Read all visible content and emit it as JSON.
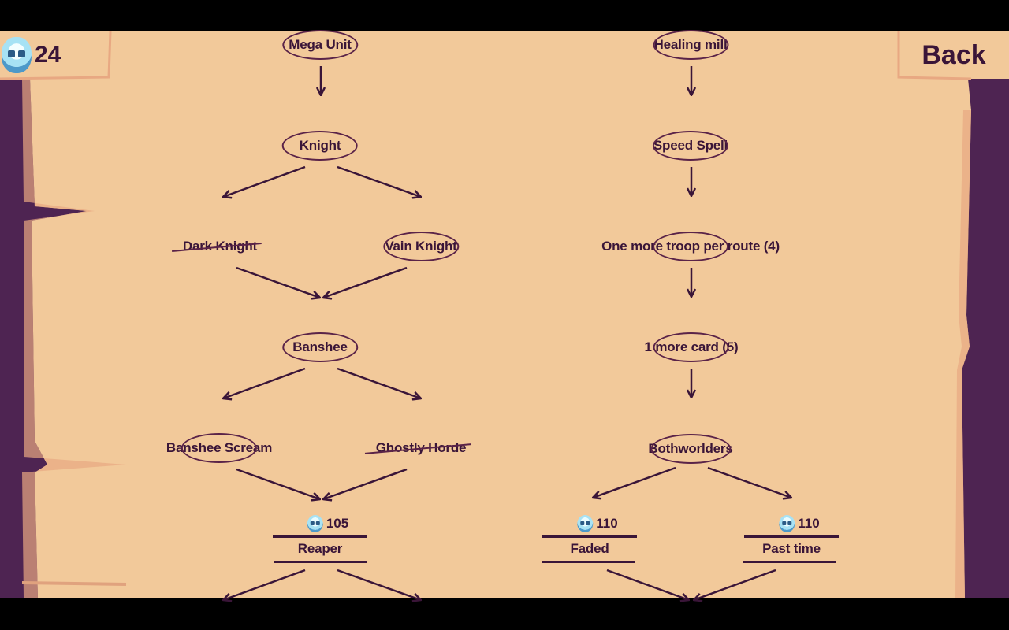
{
  "colors": {
    "parchment": "#f2c99a",
    "parchment_edge": "#e0a27e",
    "frame_purple": "#4e2452",
    "ink": "#3a1538",
    "letterbox": "#000000"
  },
  "hud": {
    "currency_icon": "skull-gem-icon",
    "currency_value": "24",
    "back_label": "Back"
  },
  "tree": {
    "left": {
      "mega_unit": "Mega Unit",
      "knight": "Knight",
      "dark_knight": "Dark Knight",
      "vain_knight": "Vain Knight",
      "banshee": "Banshee",
      "banshee_scream": "Banshee Scream",
      "ghostly_horde": "Ghostly Horde",
      "reaper": {
        "label": "Reaper",
        "cost": "105"
      }
    },
    "right": {
      "healing_mill": "Healing mill",
      "speed_spell": "Speed Spell",
      "one_more_troop": "One more troop per route (4)",
      "one_more_card": "1 more card (5)",
      "bothworlders": "Bothworlders",
      "faded": {
        "label": "Faded",
        "cost": "110"
      },
      "past_time": {
        "label": "Past time",
        "cost": "110"
      }
    }
  }
}
